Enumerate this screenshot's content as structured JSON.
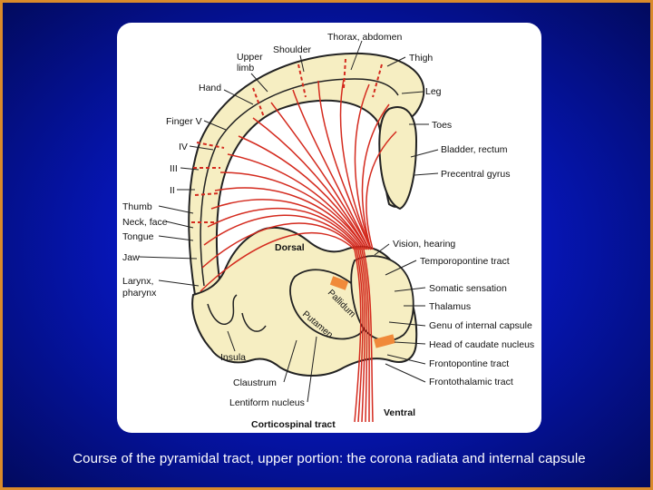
{
  "caption": "Course of the pyramidal tract, upper portion: the corona radiata and internal capsule",
  "colors": {
    "frame_border": "#d98a2b",
    "background": "#0616b8",
    "tissue": "#f6eec2",
    "fiber": "#d42a1e",
    "panel": "#ffffff"
  },
  "labels": {
    "thorax_abdomen": "Thorax, abdomen",
    "shoulder": "Shoulder",
    "upper_limb_1": "Upper",
    "upper_limb_2": "limb",
    "thigh": "Thigh",
    "hand": "Hand",
    "leg": "Leg",
    "finger_v": "Finger V",
    "toes": "Toes",
    "iv": "IV",
    "bladder_rectum": "Bladder, rectum",
    "iii": "III",
    "precentral_gyrus": "Precentral gyrus",
    "ii": "II",
    "thumb": "Thumb",
    "neck_face": "Neck, face",
    "tongue": "Tongue",
    "dorsal": "Dorsal",
    "vision_hearing": "Vision, hearing",
    "jaw": "Jaw",
    "temporopontine_tract": "Temporopontine tract",
    "larynx_1": "Larynx,",
    "larynx_2": "pharynx",
    "somatic_sensation": "Somatic sensation",
    "pallidum": "Pallidum",
    "thalamus": "Thalamus",
    "putamen": "Putamen",
    "genu": "Genu of internal capsule",
    "insula": "Insula",
    "head_caudate": "Head of caudate nucleus",
    "frontopontine_tract": "Frontopontine tract",
    "claustrum": "Claustrum",
    "frontothalamic_tract": "Frontothalamic tract",
    "lentiform_nucleus": "Lentiform nucleus",
    "ventral": "Ventral",
    "corticospinal_tract": "Corticospinal tract"
  }
}
